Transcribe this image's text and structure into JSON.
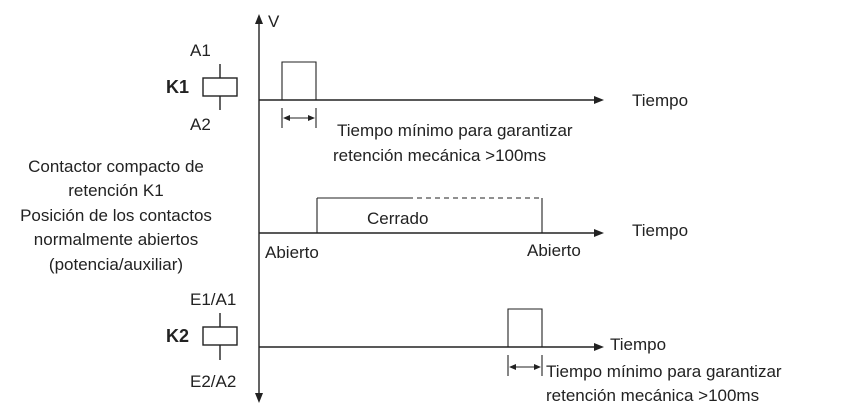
{
  "axis": {
    "v_label": "V"
  },
  "k1": {
    "name": "K1",
    "top_terminal": "A1",
    "bottom_terminal": "A2",
    "time_label": "Tiempo",
    "note_line1": "Tiempo mínimo para garantizar",
    "note_line2": "retención mecánica >100ms"
  },
  "middle": {
    "desc": [
      "Contactor compacto de",
      "retención K1",
      "Posición de los contactos",
      "normalmente abiertos",
      "(potencia/auxiliar)"
    ],
    "closed_label": "Cerrado",
    "open_label_left": "Abierto",
    "open_label_right": "Abierto",
    "time_label": "Tiempo"
  },
  "k2": {
    "name": "K2",
    "top_terminal": "E1/A1",
    "bottom_terminal": "E2/A2",
    "time_label": "Tiempo",
    "note_line1": "Tiempo mínimo para garantizar",
    "note_line2": "retención mecánica >100ms"
  },
  "colors": {
    "line": "#222222",
    "background": "#ffffff"
  }
}
